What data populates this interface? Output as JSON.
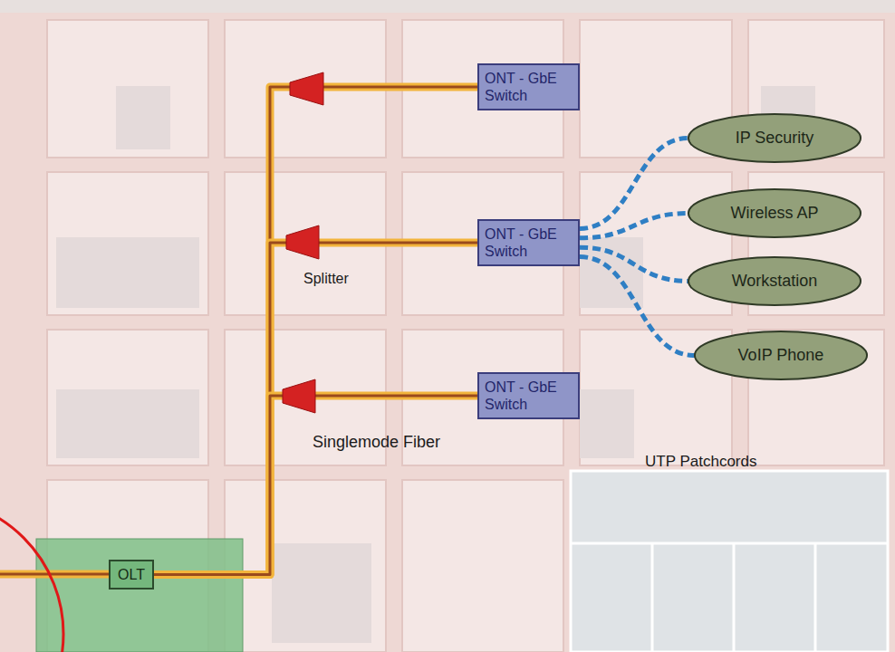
{
  "diagram": {
    "nodes": [
      {
        "text": [
          "ONT - GbE Switch"
        ]
      },
      {
        "text": [
          "IP Security"
        ]
      },
      {
        "text": [
          "Wireless AP"
        ]
      },
      {
        "text": [
          "ONT - GbE Switch"
        ]
      },
      {
        "text": [
          "Workstation"
        ]
      },
      {
        "text": [
          "VoIP Phone"
        ]
      },
      {
        "text": [
          "ONT - GbE Switch"
        ]
      },
      {
        "text": [
          "OLT"
        ]
      }
    ],
    "edges": [
      {
        "from": 7,
        "to": 0,
        "arrow": "none"
      },
      {
        "from": 7,
        "to": 3,
        "arrow": "none"
      },
      {
        "from": 7,
        "to": 6,
        "arrow": "none"
      },
      {
        "from": 3,
        "to": 1,
        "arrow": "none"
      },
      {
        "from": 3,
        "to": 2,
        "arrow": "none"
      },
      {
        "from": 3,
        "to": 4,
        "arrow": "none"
      },
      {
        "from": 3,
        "to": 5,
        "arrow": "none"
      }
    ],
    "labels": [
      "Splitter",
      "Singlemode Fiber",
      "UTP Patchcords"
    ]
  }
}
